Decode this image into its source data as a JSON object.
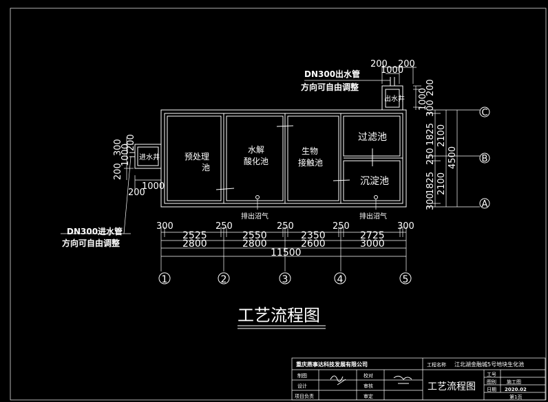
{
  "drawing": {
    "title": "工艺流程图",
    "tanks": {
      "inlet_well": "进水井",
      "outlet_well": "出水井",
      "pretreat_1": "预处理",
      "pretreat_2": "池",
      "hydrolysis_1": "水解",
      "hydrolysis_2": "酸化池",
      "bio_1": "生物",
      "bio_2": "接触池",
      "filter": "过滤池",
      "settling": "沉淀池"
    },
    "notes": {
      "outlet_pipe": "DN300出水管",
      "outlet_adjust": "方向可自由调整",
      "inlet_pipe": "DN300进水管",
      "inlet_adjust": "方向可自由调整",
      "vent_1": "排出沼气",
      "vent_2": "排出沼气"
    },
    "dims": {
      "top": [
        "300",
        "250",
        "250",
        "250",
        "300"
      ],
      "mid": [
        "2525",
        "2550",
        "2350",
        "2725"
      ],
      "low": [
        "2800",
        "2800",
        "2600",
        "3000"
      ],
      "total": "11500",
      "outlet_top": [
        "200",
        "200"
      ],
      "outlet_width": "1000",
      "outlet_right": [
        "200",
        "1000"
      ],
      "inlet_left": [
        "200",
        "300",
        "1000",
        "200"
      ],
      "inlet_bottom": [
        "1000",
        "200"
      ],
      "right": [
        "300",
        "1825",
        "250",
        "1825",
        "300"
      ],
      "right_mid": [
        "2100",
        "2100"
      ],
      "right_total": "4500"
    },
    "grid": {
      "columns": [
        "1",
        "2",
        "3",
        "4",
        "5"
      ],
      "rows": [
        "C",
        "B",
        "A"
      ]
    }
  },
  "title_block": {
    "company": "重庆燕事达科技发展有限公司",
    "project_label": "工程名称",
    "project_name": "江北湖金融城5号地块生化池",
    "rows": [
      "制图",
      "设计",
      "项目负责"
    ],
    "mid_rows": [
      "校对",
      "审核",
      "审定"
    ],
    "drawing_name": "工艺流程图",
    "info_labels": [
      "工号",
      "图别",
      "日期"
    ],
    "info_values": [
      "",
      "施工图",
      "2020.02"
    ],
    "sheet": "第1页"
  }
}
